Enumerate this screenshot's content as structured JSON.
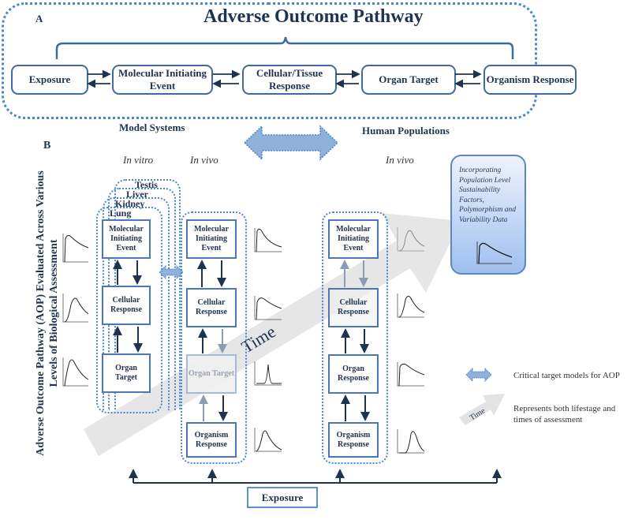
{
  "panel_a": {
    "letter": "A",
    "title": "Adverse Outcome Pathway",
    "steps": [
      {
        "label": "Exposure"
      },
      {
        "label": "Molecular Initiating Event"
      },
      {
        "label": "Cellular/Tissue Response"
      },
      {
        "label": "Organ Target"
      },
      {
        "label": "Organism Response"
      }
    ]
  },
  "panel_b": {
    "letter": "B",
    "model_systems_label": "Model Systems",
    "human_populations_label": "Human Populations",
    "y_axis_label_line1": "Adverse Outcome Pathway (AOP) Evaluated Across Various",
    "y_axis_label_line2": "Levels of Biological Assessment",
    "column_labels": {
      "in_vitro": "In vitro",
      "in_vivo_model": "In vivo",
      "in_vivo_human": "In vivo"
    },
    "organ_layers": [
      "Testis",
      "Liver",
      "Kidney",
      "Lung"
    ],
    "in_vitro_nodes": [
      "Molecular Initiating Event",
      "Cellular Response",
      "Organ Target"
    ],
    "in_vivo_model_nodes": [
      "Molecular Initiating Event",
      "Cellular Response",
      "Organ Target",
      "Organism Response"
    ],
    "in_vivo_human_nodes": [
      "Molecular Initiating Event",
      "Cellular Response",
      "Organ Response",
      "Organism Response"
    ],
    "time_label": "Time",
    "population_box_text": "Incorporating Population Level Sustainability Factors, Polymorphism and Variability Data",
    "exposure_label": "Exposure",
    "legend": [
      {
        "icon": "double-arrow-icon",
        "text": "Critical target models for AOP"
      },
      {
        "icon": "time-arrow-icon",
        "icon_label": "Time",
        "text": "Represents both lifestage and times of assessment"
      }
    ]
  },
  "colors": {
    "dark_navy": "#1f3350",
    "box_blue": "#4b78b4",
    "dotted_blue": "#4a86cf",
    "arrow_fill": "#8fb0d8",
    "time_arrow_gray": "#e3e3e3",
    "population_box_top": "#eef3fc",
    "population_box_bottom": "#9fbff0"
  }
}
